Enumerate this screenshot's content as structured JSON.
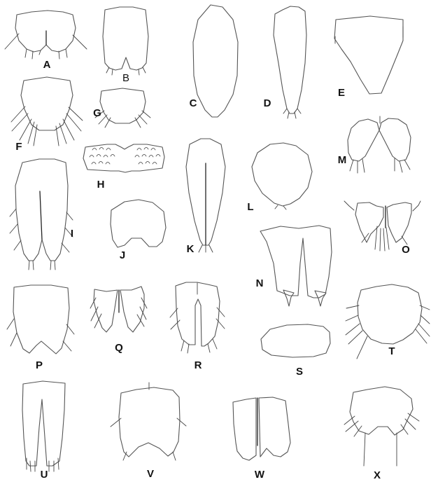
{
  "figure": {
    "line_color": "#555555",
    "label_color": "#111111",
    "background": "#ffffff",
    "panels": [
      {
        "id": "A",
        "label": "A"
      },
      {
        "id": "B",
        "label": "B"
      },
      {
        "id": "C",
        "label": "C"
      },
      {
        "id": "D",
        "label": "D"
      },
      {
        "id": "E",
        "label": "E"
      },
      {
        "id": "F",
        "label": "F"
      },
      {
        "id": "G",
        "label": "G"
      },
      {
        "id": "H",
        "label": "H"
      },
      {
        "id": "I",
        "label": "I"
      },
      {
        "id": "J",
        "label": "J"
      },
      {
        "id": "K",
        "label": "K"
      },
      {
        "id": "L",
        "label": "L"
      },
      {
        "id": "M",
        "label": "M"
      },
      {
        "id": "N",
        "label": "N"
      },
      {
        "id": "O",
        "label": "O"
      },
      {
        "id": "P",
        "label": "P"
      },
      {
        "id": "Q",
        "label": "Q"
      },
      {
        "id": "R",
        "label": "R"
      },
      {
        "id": "S",
        "label": "S"
      },
      {
        "id": "T",
        "label": "T"
      },
      {
        "id": "U",
        "label": "U"
      },
      {
        "id": "V",
        "label": "V"
      },
      {
        "id": "W",
        "label": "W"
      },
      {
        "id": "X",
        "label": "X"
      }
    ]
  }
}
